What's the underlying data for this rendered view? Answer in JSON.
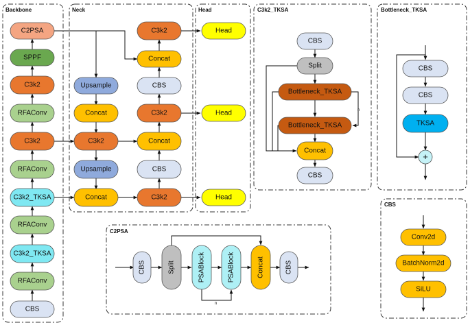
{
  "panels": {
    "backbone": "Backbone",
    "neck": "Neck",
    "head": "Head",
    "c3k2_tksa": "C3k2_TKSA",
    "bottleneck_tksa": "Bottleneck_TKSA",
    "c2psa": "C2PSA",
    "cbs": "CBS"
  },
  "colors": {
    "peach": "#f4a582",
    "green_dark": "#6aa84f",
    "orange": "#e8772e",
    "green_light": "#a9d18e",
    "cyan": "#7fe8f2",
    "lavender": "#dae3f3",
    "blue_gray": "#8faadc",
    "gold": "#ffc000",
    "yellow": "#ffff00",
    "brown": "#c55a11",
    "gray": "#bfbfbf",
    "sky": "#00b0f0",
    "light_cyan": "#c5f2f7",
    "teal_light": "#aef0f5"
  },
  "backbone": {
    "c2psa": "C2PSA",
    "sppf": "SPPF",
    "c3k2_a": "C3k2",
    "rfaconv_a": "RFAConv",
    "c3k2_b": "C3k2",
    "rfaconv_b": "RFAConv",
    "c3k2_tksa_a": "C3k2_TKSA",
    "rfaconv_c": "RFAConv",
    "c3k2_tksa_b": "C3k2_TKSA",
    "rfaconv_d": "RFAConv",
    "cbs": "CBS"
  },
  "neck": {
    "upsample_a": "Upsample",
    "concat_a": "Concat",
    "c3k2_a": "C3k2",
    "upsample_b": "Upsample",
    "concat_b": "Concat",
    "c3k2_top": "C3k2",
    "concat_top": "Concat",
    "cbs_a": "CBS",
    "c3k2_mid": "C3k2",
    "concat_mid": "Concat",
    "cbs_b": "CBS",
    "c3k2_bot": "C3k2"
  },
  "head": {
    "head_a": "Head",
    "head_b": "Head",
    "head_c": "Head"
  },
  "c3k2_tksa": {
    "cbs_top": "CBS",
    "split": "Split",
    "bottleneck_a": "Bottleneck_TKSA",
    "bottleneck_b": "Bottleneck_TKSA",
    "n_label": "n",
    "concat": "Concat",
    "cbs_bot": "CBS"
  },
  "bottleneck_tksa": {
    "cbs_a": "CBS",
    "cbs_b": "CBS",
    "tksa": "TKSA",
    "add": "+"
  },
  "c2psa": {
    "cbs_a": "CBS",
    "split": "Split",
    "psablock_a": "PSABlock",
    "psablock_b": "PSABlock",
    "n_label": "n",
    "concat": "Concat",
    "cbs_b": "CBS"
  },
  "cbs": {
    "conv2d": "Conv2d",
    "batchnorm2d": "BatchNorm2d",
    "silu": "SiLU"
  }
}
